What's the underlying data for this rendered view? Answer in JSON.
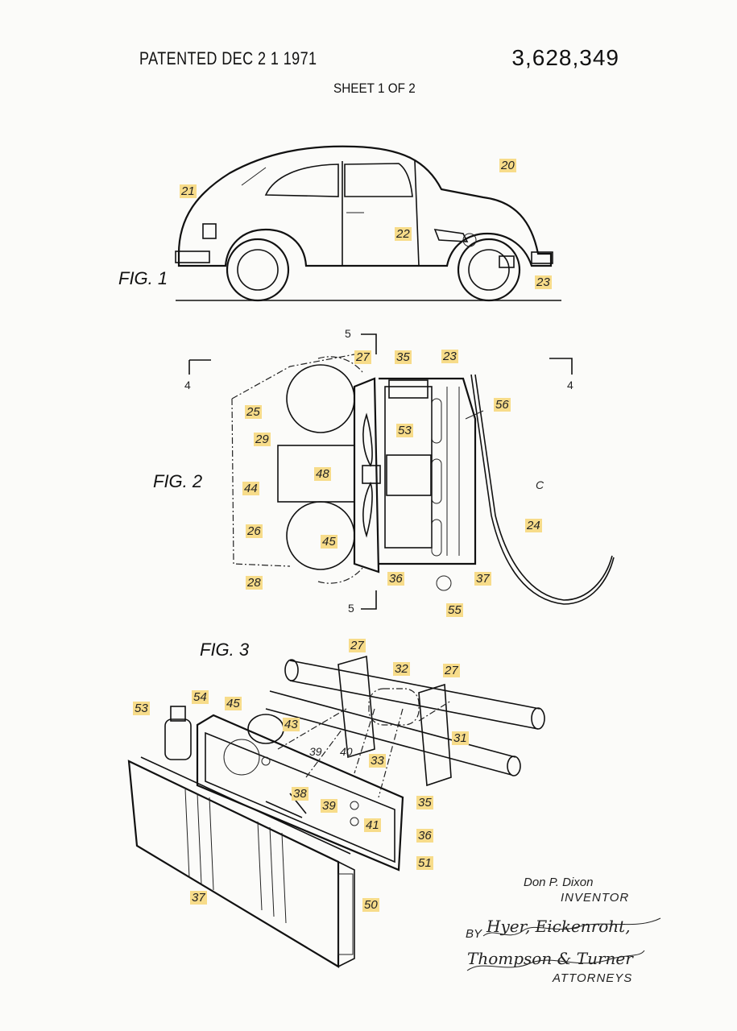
{
  "header": {
    "patented": "PATENTED DEC 2 1 1971",
    "patent_number": "3,628,349",
    "sheet": "SHEET 1 OF 2"
  },
  "figures": {
    "fig1": "FIG. 1",
    "fig2": "FIG. 2",
    "fig3": "FIG. 3"
  },
  "fig1_callouts": [
    "20",
    "21",
    "22",
    "23"
  ],
  "fig2_callouts": [
    "27",
    "35",
    "23",
    "56",
    "25",
    "53",
    "29",
    "48",
    "44",
    "C",
    "24",
    "26",
    "45",
    "28",
    "36",
    "37",
    "55"
  ],
  "fig2_section_marks": [
    "5",
    "4",
    "4",
    "5"
  ],
  "fig3_callouts": [
    "27",
    "32",
    "27",
    "53",
    "54",
    "45",
    "43",
    "31",
    "39",
    "40",
    "33",
    "38",
    "39",
    "35",
    "41",
    "36",
    "51",
    "37",
    "50"
  ],
  "fig3_plain_labels": [
    "39",
    "40"
  ],
  "signature": {
    "inventor_name": "Don P. Dixon",
    "inventor_role": "INVENTOR",
    "by": "BY",
    "attorney_line1": "Hyer, Eickenroht,",
    "attorney_line2": "Thompson & Turner",
    "attorneys_role": "ATTORNEYS"
  }
}
